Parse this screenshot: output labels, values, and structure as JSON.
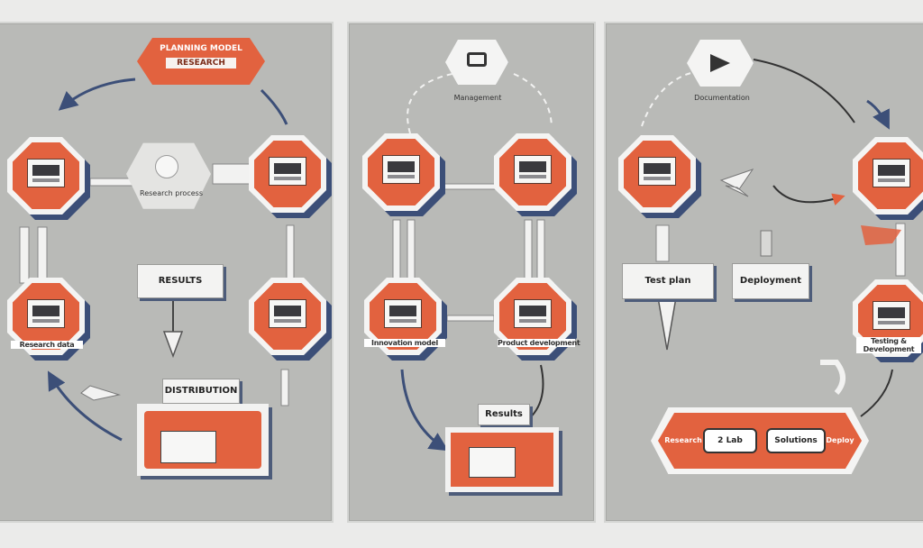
{
  "panels": [
    {
      "id": "panel-1",
      "header": {
        "line1": "PLANNING MODEL",
        "line2": "RESEARCH"
      },
      "hub_label": "Research process",
      "middle_tag": "RESULTS",
      "bottom_tag": "DISTRIBUTION",
      "nodes": [
        {
          "label": ""
        },
        {
          "label": ""
        },
        {
          "label": "Research data"
        },
        {
          "label": ""
        }
      ]
    },
    {
      "id": "panel-2",
      "header_caption": "Management",
      "bottom_tag": "Results",
      "nodes": [
        {
          "label": ""
        },
        {
          "label": ""
        },
        {
          "label": "Innovation model"
        },
        {
          "label": "Product development"
        }
      ]
    },
    {
      "id": "panel-3",
      "header_caption": "Documentation",
      "left_tag": "Test plan",
      "right_tag": "Deployment",
      "right_node_label": "Testing & Development",
      "bottom_banner": {
        "left": "Research",
        "badge1": "2 Lab",
        "badge2": "Solutions",
        "right": "Deploy"
      }
    }
  ],
  "colors": {
    "accent": "#e2623f",
    "navy": "#3c4f78",
    "panel_bg": "#b9bab7",
    "page_bg": "#ebebea"
  }
}
